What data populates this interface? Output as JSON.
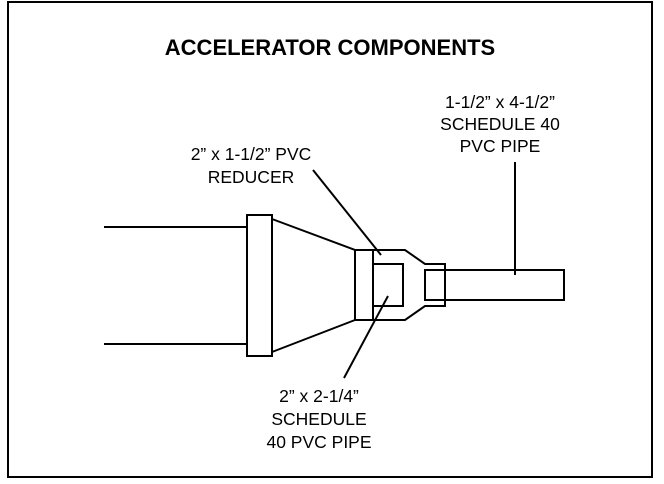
{
  "title": "ACCELERATOR COMPONENTS",
  "labels": {
    "reducer": [
      "2” x 1-1/2” PVC",
      "REDUCER"
    ],
    "small_pipe": [
      "1-1/2” x 4-1/2”",
      "SCHEDULE 40",
      "PVC PIPE"
    ],
    "large_pipe": [
      "2” x 2-1/4”",
      "SCHEDULE",
      "40 PVC PIPE"
    ]
  },
  "colors": {
    "line": "#000000",
    "background": "#ffffff"
  }
}
